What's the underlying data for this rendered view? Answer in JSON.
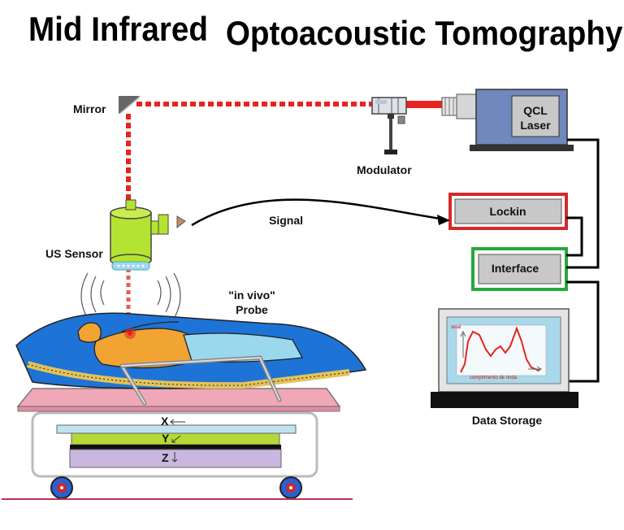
{
  "title": {
    "part1": "Mid Infrared",
    "part2": "Optoacoustic Tomography"
  },
  "labels": {
    "mirror": "Mirror",
    "modulator": "Modulator",
    "signal": "Signal",
    "us_sensor": "US Sensor",
    "in_vivo_line1": "\"in vivo\"",
    "in_vivo_line2": "Probe",
    "qcl_line1": "QCL",
    "qcl_line2": "Laser",
    "lockin": "Lockin",
    "interface": "Interface",
    "data_storage": "Data Storage"
  },
  "stage_axes": {
    "x": "X",
    "y": "Y",
    "z": "Z"
  },
  "screen_plot": {
    "y_label": "sinal",
    "x_label": "comprimento de onda"
  },
  "colors": {
    "laser_beam": "#e8231f",
    "qcl_box": "#7088bb",
    "lockin_border": "#d42a2a",
    "interface_border": "#26a83a",
    "sensor_body": "#b5e331",
    "screen": "#a8d8ea",
    "platform": "#f0a8b8",
    "stage_plate_y": "#b6d936",
    "stage_plate_z": "#c9b7e0",
    "blanket": "#1e73d6"
  }
}
